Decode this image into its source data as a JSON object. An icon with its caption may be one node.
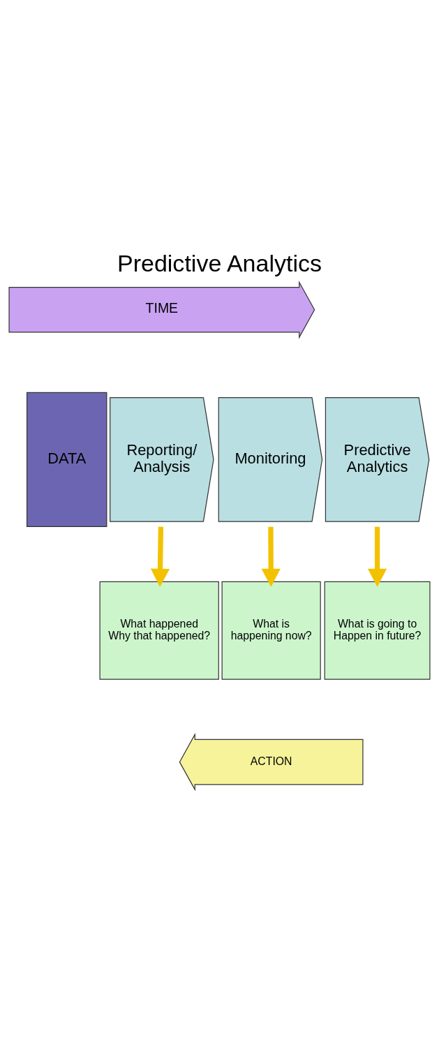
{
  "diagram": {
    "title": "Predictive Analytics",
    "nodes": [
      {
        "text": [
          "TIME"
        ]
      },
      {
        "text": [
          "DATA"
        ]
      },
      {
        "text": [
          "Reporting/ Analysis"
        ]
      },
      {
        "text": [
          "Monitoring"
        ]
      },
      {
        "text": [
          "Predictive Analytics"
        ]
      },
      {
        "text": [
          "What happened Why that happened?"
        ]
      },
      {
        "text": [
          "What is happening now?"
        ]
      },
      {
        "text": [
          "What is going to Happen in future?"
        ]
      },
      {
        "text": [
          "ACTION"
        ]
      }
    ],
    "edges": [
      {
        "from": 2,
        "to": 5,
        "arrow": "to"
      },
      {
        "from": 3,
        "to": 6,
        "arrow": "to"
      },
      {
        "from": 4,
        "to": 7,
        "arrow": "to"
      }
    ]
  }
}
